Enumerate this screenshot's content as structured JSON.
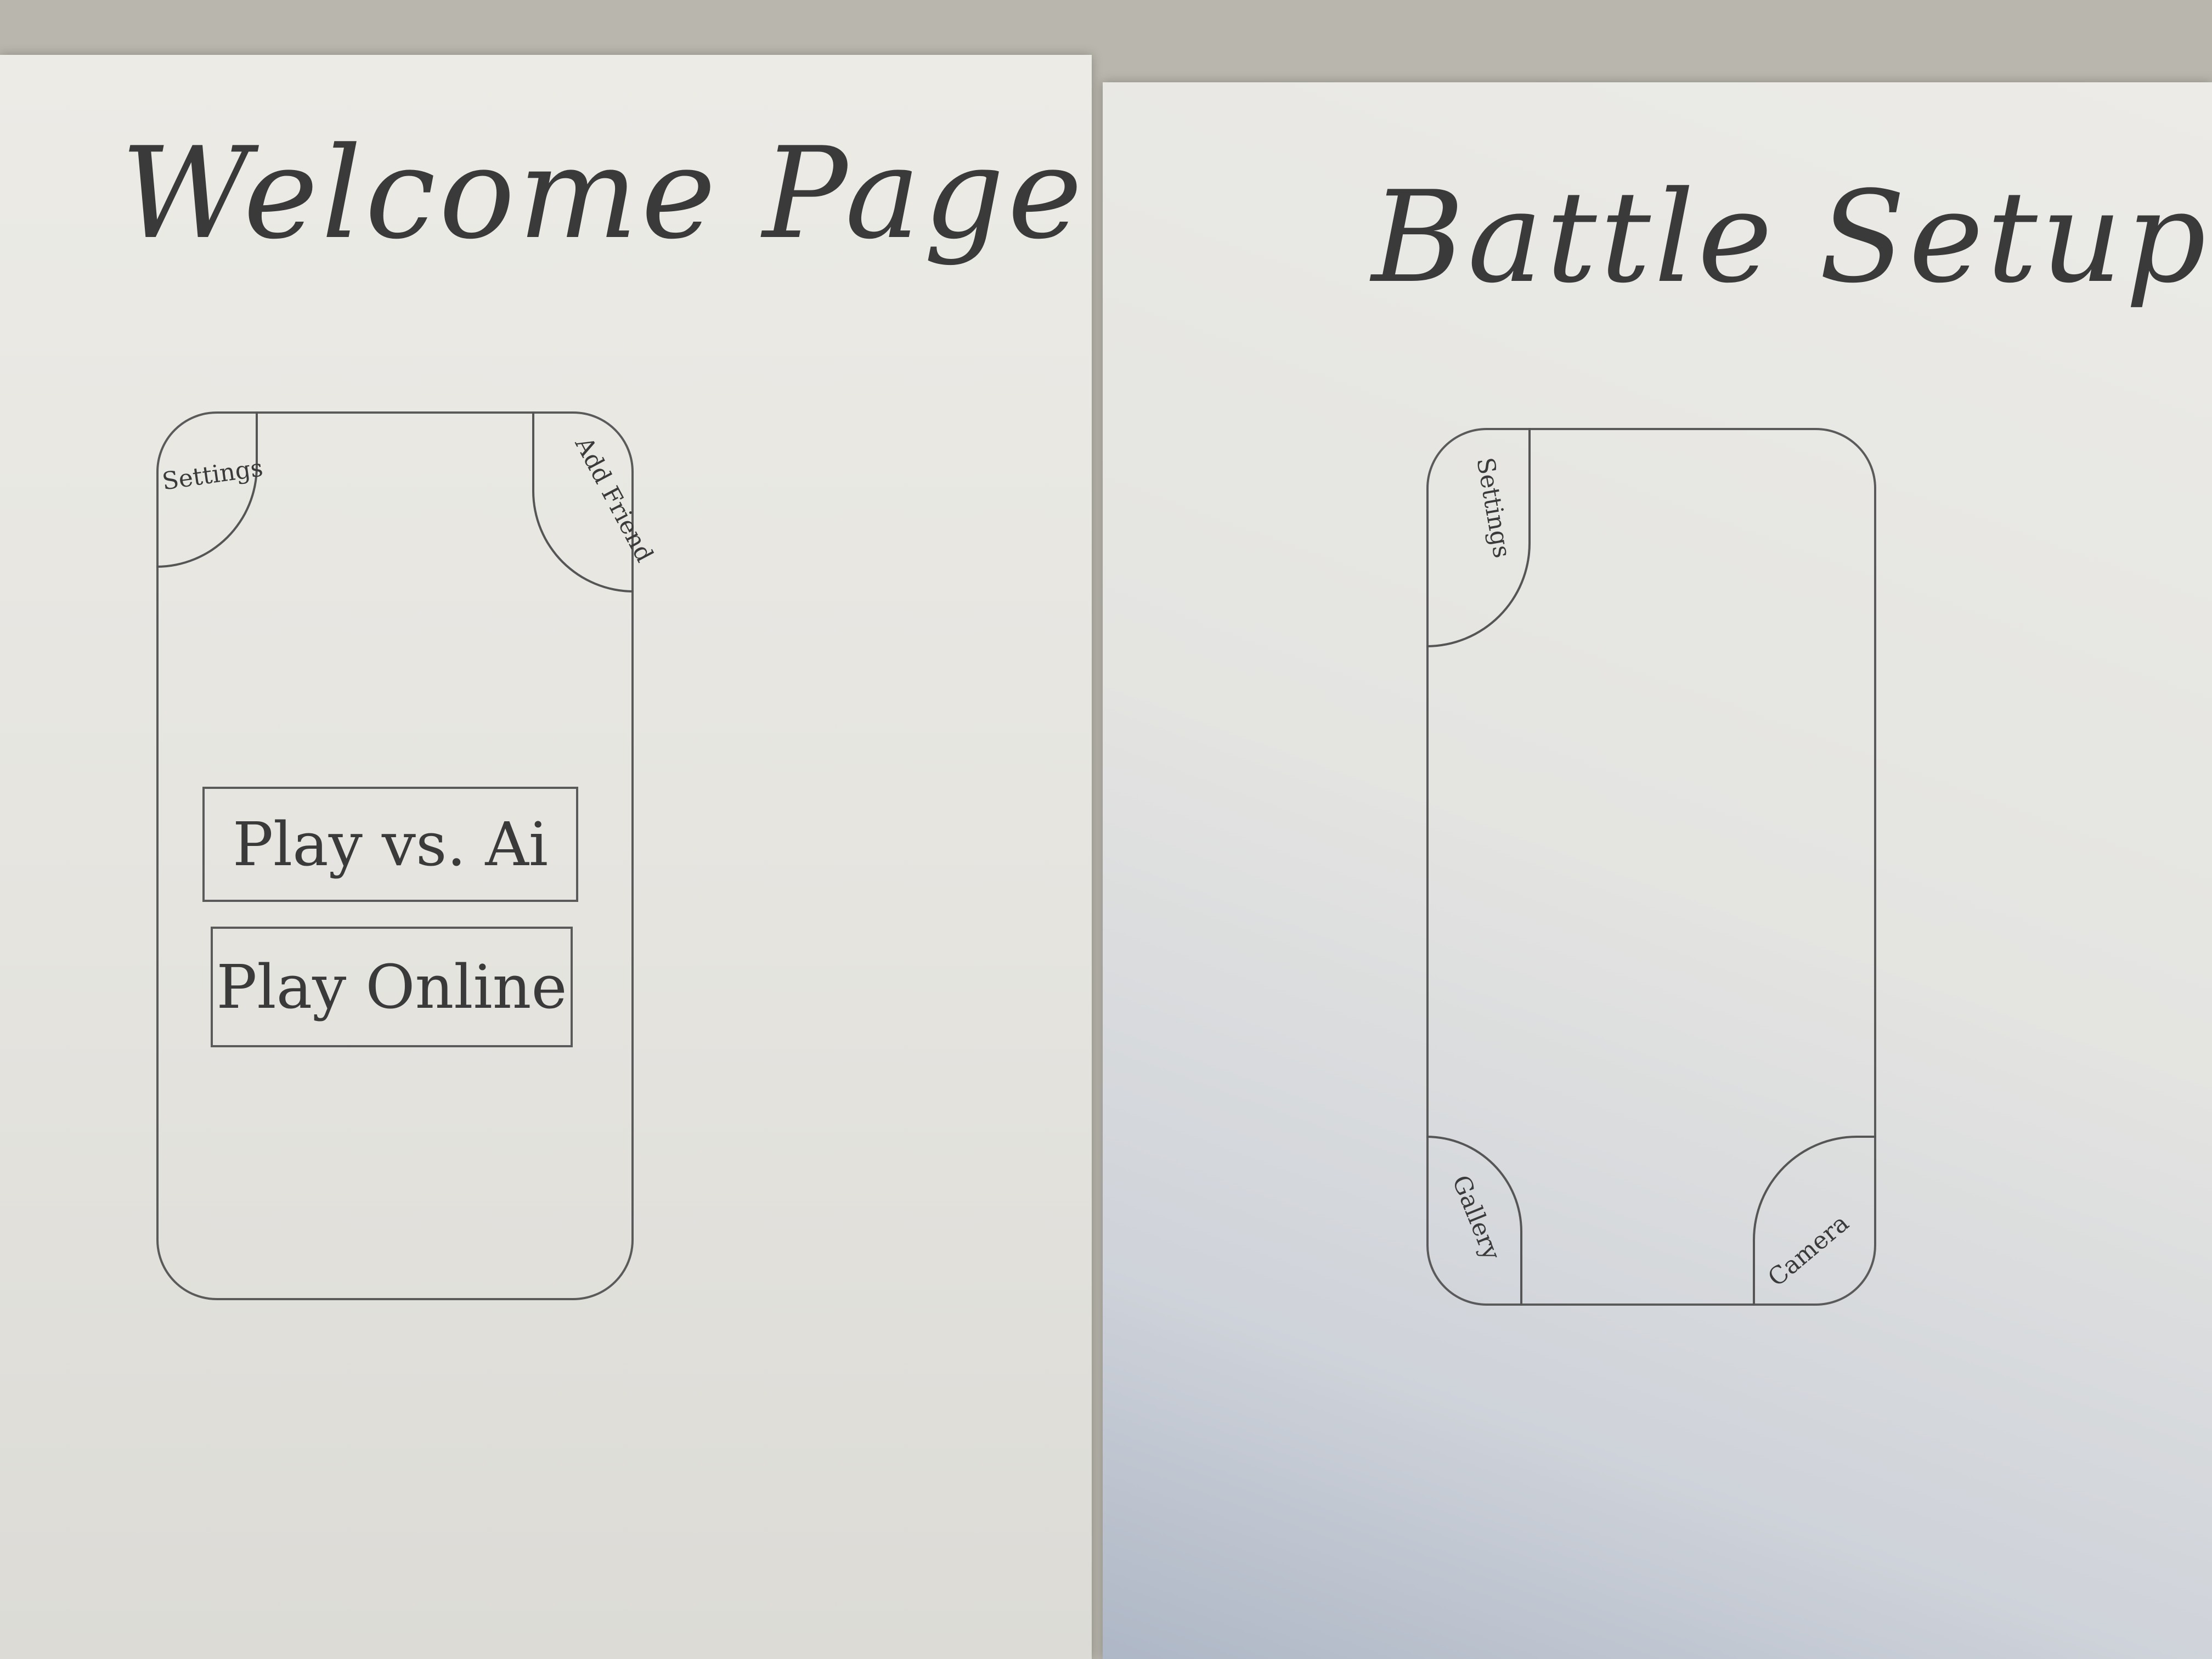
{
  "welcome_page": {
    "title": "Welcome Page",
    "top_left": "Settings",
    "top_right": "Add Friend",
    "buttons": {
      "play_ai": "Play vs. Ai",
      "play_online": "Play Online"
    }
  },
  "battle_setup": {
    "title": "Battle Setup",
    "top_left": "Settings",
    "bottom_left": "Gallery",
    "bottom_right": "Camera"
  },
  "colors": {
    "paper": "#e8e7e2",
    "ink": "#3a3a3a",
    "background": "#b9b7ad"
  }
}
